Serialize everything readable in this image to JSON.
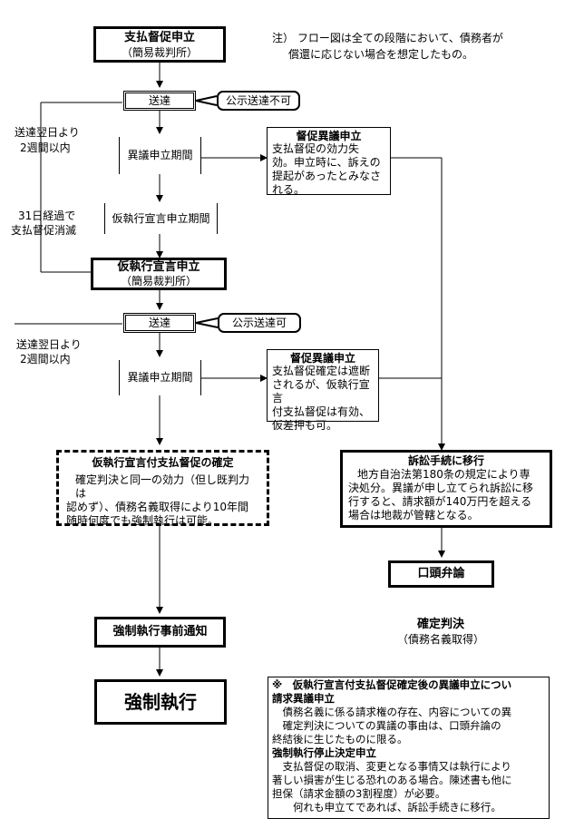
{
  "note": {
    "line1": "注） フロー図は全ての段階において、債務者が",
    "line2": "償還に応じない場合を想定したもの。"
  },
  "box_petition": {
    "title": "支払督促申立",
    "sub": "（簡易裁判所）"
  },
  "serve1": {
    "label": "送達",
    "callout": "公示送達不可"
  },
  "side1": {
    "line1": "送達翌日より",
    "line2": "2週間以内"
  },
  "side2": {
    "line1": "31日経過で",
    "line2": "支払督促消滅"
  },
  "objection_period1": "異議申立期間",
  "provisional_period": "仮執行宣言申立期間",
  "objection1": {
    "title": "督促異議申立",
    "body": [
      "支払督促の効力失",
      "効。申立時に、訴えの",
      "提起があったとみなさ",
      "れる。"
    ]
  },
  "provisional_petition": {
    "title": "仮執行宣言申立",
    "sub": "（簡易裁判所）"
  },
  "serve2": {
    "label": "送達",
    "callout": "公示送達可"
  },
  "side3": {
    "line1": "送達翌日より",
    "line2": "2週間以内"
  },
  "objection_period2": "異議申立期間",
  "objection2": {
    "title": "督促異議申立",
    "body": [
      "支払督促確定は遮断",
      "されるが、仮執行宣言",
      "付支払督促は有効、",
      "仮差押も可。"
    ]
  },
  "finalized": {
    "title": "仮執行宣言付支払督促の確定",
    "body": [
      "確定判決と同一の効力（但し既判力は",
      "認めず）、債務名義取得により10年間",
      "随時何度でも強制執行は可能。"
    ]
  },
  "litigation": {
    "title": "訴訟手続に移行",
    "body": [
      "地方自治法第180条の規定により専",
      "決処分。異議が申し立てられ訴訟に移",
      "行すると、請求額が140万円を超える",
      "場合は地裁が管轄となる。"
    ]
  },
  "oral": "口頭弁論",
  "advance_notice": "強制執行事前通知",
  "judgment": {
    "title": "確定判決",
    "sub": "（債務名義取得）"
  },
  "enforcement": "強制執行",
  "footnote": {
    "head": "※　仮執行宣言付支払督促確定後の異議申立につい",
    "h1": "請求異議申立",
    "p1a": "　債務名義に係る請求権の存在、内容についての異",
    "p1b": "　確定判決についての異議の事由は、口頭弁論の",
    "p1c": "終結後に生じたものに限る。",
    "h2": "強制執行停止決定申立",
    "p2a": "　支払督促の取消、変更となる事情又は執行により",
    "p2b": "著しい損害が生じる恐れのある場合。陳述書も他に",
    "p2c": "担保（請求金額の3割程度）が必要。",
    "p2d": "　　何れも申立てであれば、訴訟手続きに移行。"
  }
}
